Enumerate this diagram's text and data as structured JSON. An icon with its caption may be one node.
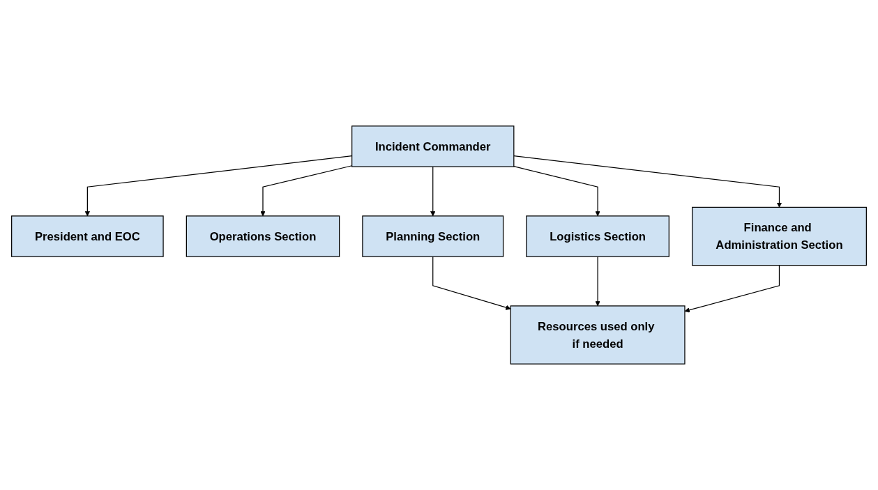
{
  "diagram": {
    "nodes": [
      {
        "text": [
          "President and EOC"
        ]
      },
      {
        "text": [
          "Incident Commander"
        ]
      },
      {
        "text": [
          "Operations Section"
        ]
      },
      {
        "text": [
          "Planning Section"
        ]
      },
      {
        "text": [
          "Logistics Section"
        ]
      },
      {
        "text": [
          "Finance and Administration Section"
        ]
      },
      {
        "text": [
          "Resources used only if needed"
        ]
      }
    ],
    "edges": [
      {
        "from": 1,
        "to": 0,
        "arrow": "to"
      },
      {
        "from": 1,
        "to": 2,
        "arrow": "to"
      },
      {
        "from": 1,
        "to": 3,
        "arrow": "to"
      },
      {
        "from": 1,
        "to": 4,
        "arrow": "to"
      },
      {
        "from": 1,
        "to": 5,
        "arrow": "to"
      },
      {
        "from": 3,
        "to": 6,
        "arrow": "to"
      },
      {
        "from": 4,
        "to": 6,
        "arrow": "to"
      },
      {
        "from": 5,
        "to": 6,
        "arrow": "to"
      }
    ]
  }
}
